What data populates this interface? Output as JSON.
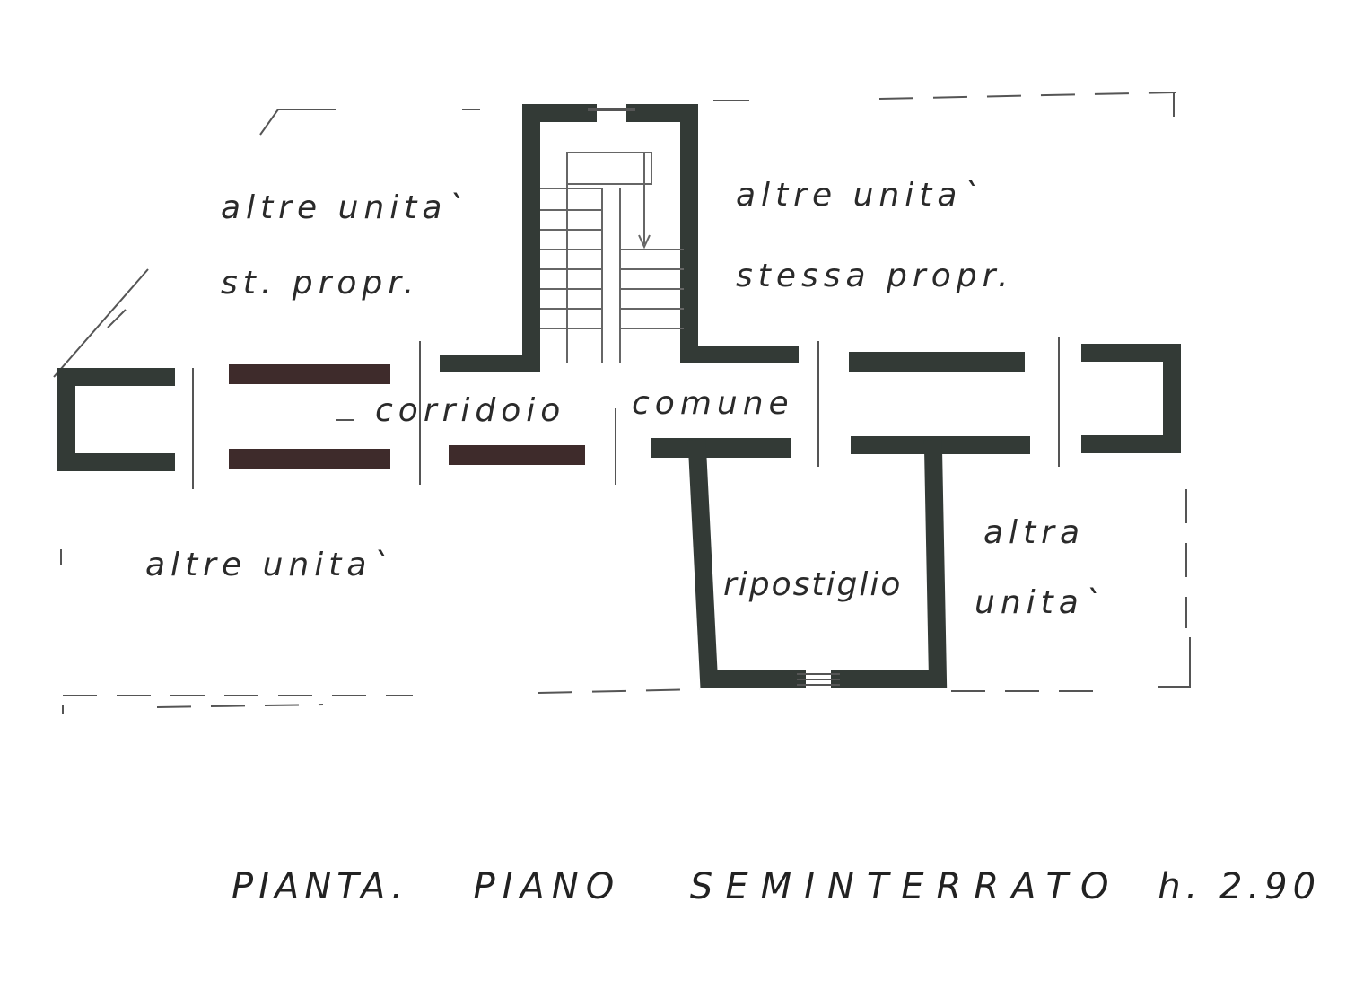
{
  "rooms": {
    "top_left_line1": "altre unita`",
    "top_left_line2": "st. propr.",
    "top_right_line1": "altre unita`",
    "top_right_line2": "stessa propr.",
    "corridor_left": "corridoio",
    "corridor_right": "comune",
    "bottom_left": "altre unita`",
    "storage": "ripostiglio",
    "bottom_right_line1": "altra",
    "bottom_right_line2": "unita`"
  },
  "caption": {
    "pianta": "PIANTA.",
    "piano": "PIANO",
    "level": "SEMINTERRATO",
    "height": "h. 2.90"
  }
}
